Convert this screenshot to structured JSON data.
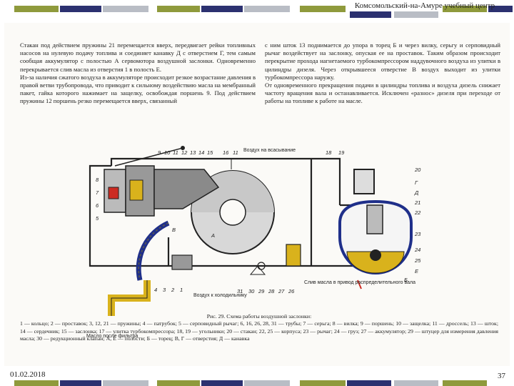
{
  "header": {
    "title": "Комсомольский-на-Амуре учебный центр",
    "colors": {
      "olive": "#8f9a3c",
      "navy": "#2c3170",
      "gray": "#b9bdc5"
    }
  },
  "text": {
    "left_column": "Стакан под действием пружины 21 перемещается вверх, передвигает рейки топливных насосов на нулевую подачу топлива и соединяет канавку Д с отверстием Г, тем самым сообщая аккумулятор с полостью А сервомотора воздушной заслонки. Одновременно перекрывается слив масла из отверстия 1 в полость Е.\nИз-за наличия сжатого воздуха в аккумуляторе происходит резкое возрастание давления в правой ветви трубопровода, что приводит к сильному воздействию масла на мембранный пакет, гайка которого нажимает на защелку, освобождая поршень 9. Под действием пружины 12 поршень резко перемещается вверх, связанный",
    "right_column": "с ним шток 13 поднимается до упора в торец Б и через вилку, серьгу и серповидный рычаг воздействует на заслонку, опуская ее на проставок. Таким образом происходит перекрытие прохода нагнетаемого турбокомпрессором наддувочного воздуха из улитки в цилиндры дизеля. Через открывшееся отверстие В воздух выходит из улитки турбокомпрессора наружу.\nОт одновременного прекращения подачи в цилиндры топлива и воздуха дизель снижает частоту вращения вала и останавливается. Исключен «разнос» дизеля при переходе от работы на топливе к работе на масле."
  },
  "diagram": {
    "labels": {
      "air_inlet": "Воздух на всасывание",
      "oil_after_filter": "Масло после фильтра",
      "air_to_cooler": "Воздух к холодильнику",
      "oil_drain": "Слив масла в привод распределительного вала"
    },
    "numbers_top": [
      "9",
      "10",
      "11",
      "12",
      "13",
      "14",
      "15",
      "16",
      "11"
    ],
    "numbers_right": [
      "18",
      "19",
      "20",
      "Г",
      "Д",
      "21",
      "22",
      "23",
      "24",
      "25",
      "Е"
    ],
    "numbers_left": [
      "8",
      "7",
      "6",
      "5",
      "4",
      "3",
      "2",
      "1"
    ],
    "numbers_bottom": [
      "31",
      "30",
      "29",
      "28",
      "27",
      "26"
    ],
    "numbers_misc": [
      "А",
      "В",
      "Б"
    ]
  },
  "caption": {
    "title": "Рис. 29. Схема работы воздушной заслонки:",
    "body": "1 — кольцо; 2 — проставок; 3, 12, 21 — пружины; 4 — патрубок; 5 — серповидный рычаг; 6, 16, 26, 28, 31 — трубы; 7 — серьга; 8 — вилка; 9 — поршень; 10 — защелка; 11 — дроссель; 13 — шток; 14 — сердечник; 15 — заслонка; 17 — улитка турбокомпрессора; 18, 19 — угольники; 20 — стакан; 22, 25 — корпуса; 23 — рычаг; 24 — груз; 27 — аккумулятор; 29 — штуцер для измерения давления масла; 30 — редукционный клапан; А, Е — полости; Б — торец; В, Г — отверстия; Д — канавка"
  },
  "footer": {
    "date": "01.02.2018",
    "page": "37"
  }
}
